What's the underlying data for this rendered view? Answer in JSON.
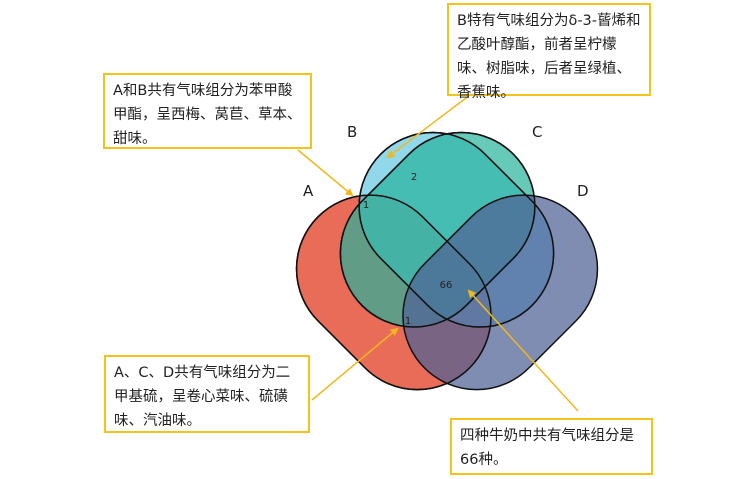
{
  "venn": {
    "sets": [
      {
        "name": "A",
        "color": "#e8644f"
      },
      {
        "name": "B",
        "color": "#6ccbe4"
      },
      {
        "name": "C",
        "color": "#27b29a"
      },
      {
        "name": "D",
        "color": "#4f6196"
      }
    ],
    "counts": {
      "B_only": "2",
      "A_B": "1",
      "A_B_C_D": "66",
      "A_C_D": "1"
    }
  },
  "annotations": {
    "b_unique": "B特有气味组分为δ-3-蒈烯和乙酸叶醇酯，前者呈柠檬味、树脂味，后者呈绿植、香蕉味。",
    "a_b_shared": "A和B共有气味组分为苯甲酸甲酯，呈西梅、莴苣、草本、甜味。",
    "a_c_d_shared": "A、C、D共有气味组分为二甲基硫，呈卷心菜味、硫磺味、汽油味。",
    "all_shared": "四种牛奶中共有气味组分是66种。"
  },
  "accent_color": "#f2c31b"
}
